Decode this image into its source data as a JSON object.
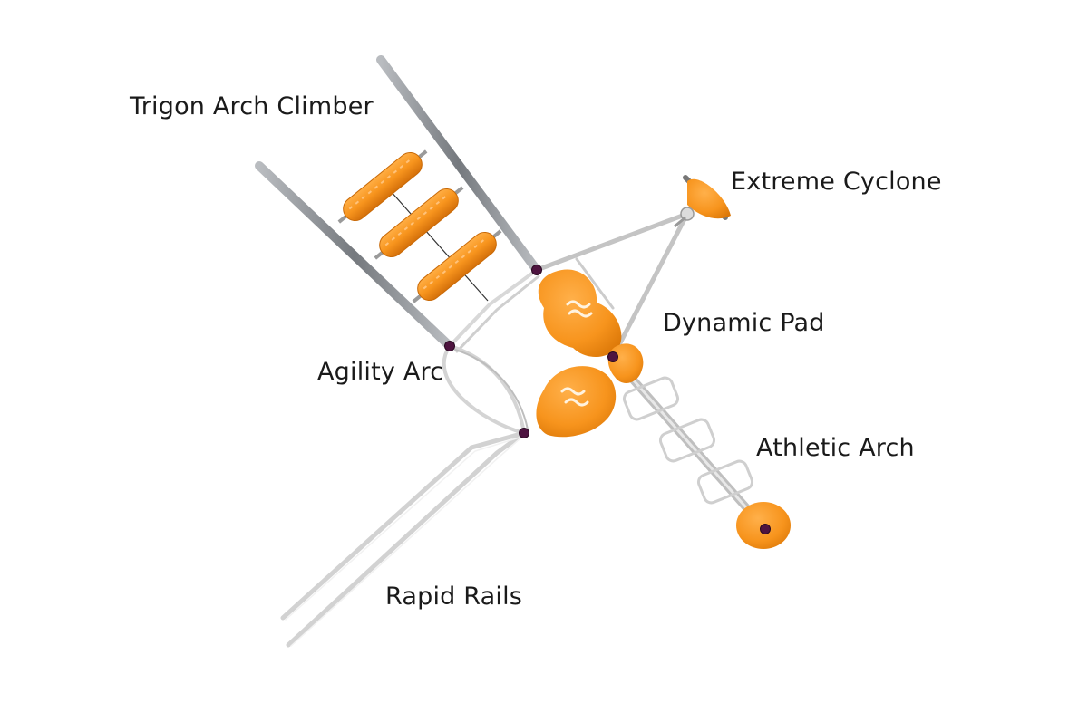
{
  "labels": {
    "trigon_arch_climber": "Trigon Arch Climber",
    "extreme_cyclone": "Extreme Cyclone",
    "dynamic_pad": "Dynamic Pad",
    "agility_arc": "Agility Arc",
    "athletic_arch": "Athletic Arch",
    "rapid_rails": "Rapid Rails"
  },
  "colors": {
    "orange": "#f7941d",
    "orange_dark": "#e07b0c",
    "steel": "#8a8d92",
    "rail": "#e6e6e6",
    "joint": "#5a1a4a"
  }
}
